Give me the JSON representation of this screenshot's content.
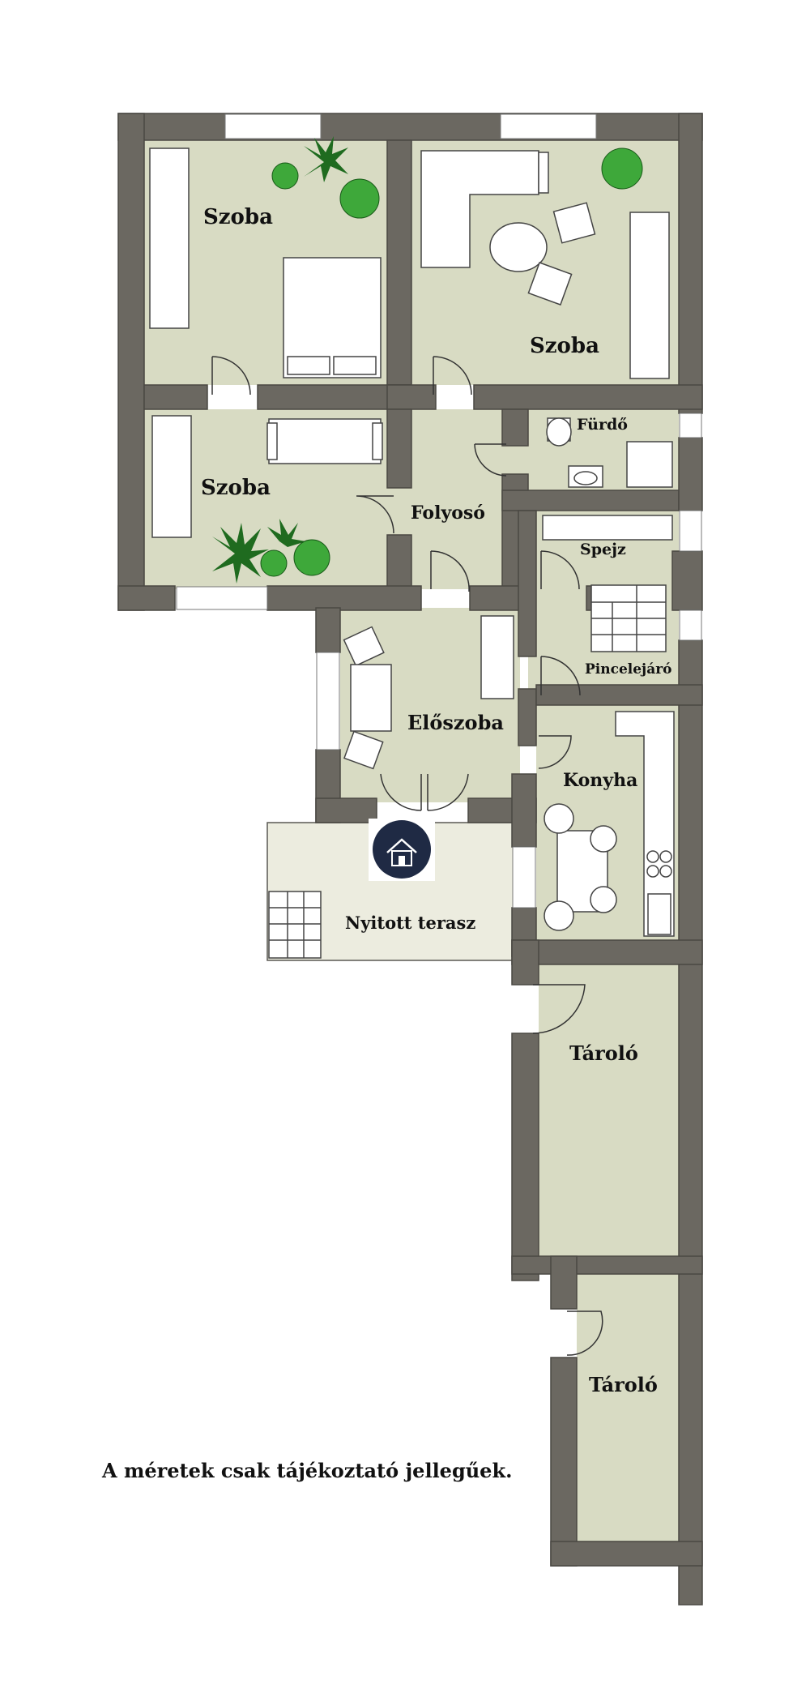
{
  "rooms": {
    "szoba_top_left": "Szoba",
    "szoba_top_right": "Szoba",
    "szoba_middle_left": "Szoba",
    "furdo": "Fürdő",
    "folyoso": "Folyosó",
    "spejz": "Spejz",
    "pincelejaro": "Pincelejáró",
    "eloszoba": "Előszoba",
    "konyha": "Konyha",
    "nyitott_terasz": "Nyitott terasz",
    "tarolo_1": "Tároló",
    "tarolo_2": "Tároló"
  },
  "note": "A méretek csak tájékoztató jellegűek.",
  "colors": {
    "wall": "#6b6861",
    "floor": "#d8dbc3",
    "logo_bg": "#1f2a44"
  }
}
